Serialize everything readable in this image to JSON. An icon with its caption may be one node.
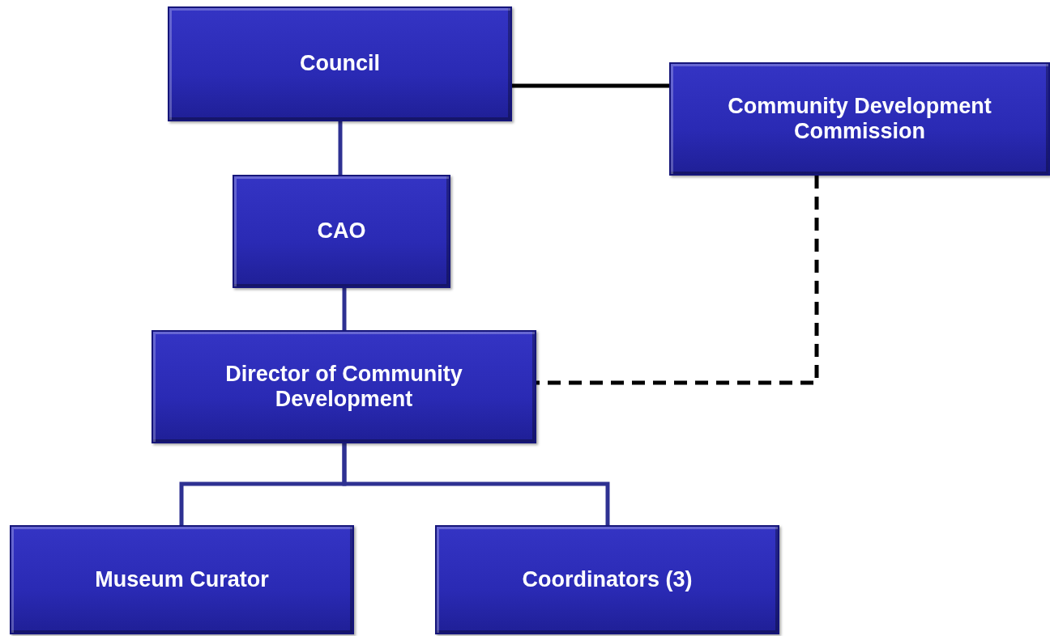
{
  "diagram": {
    "nodes": [
      {
        "text": [
          "Council"
        ]
      },
      {
        "text": [
          "Community Development Commission"
        ]
      },
      {
        "text": [
          "CAO"
        ]
      },
      {
        "text": [
          "Director of Community Development"
        ]
      },
      {
        "text": [
          "Museum Curator"
        ]
      },
      {
        "text": [
          "Coordinators (3)"
        ]
      }
    ],
    "edges": [
      {
        "from": 0,
        "to": 1,
        "arrow": "none",
        "color": "#000000"
      },
      {
        "from": 0,
        "to": 2,
        "arrow": "none"
      },
      {
        "from": 2,
        "to": 3,
        "arrow": "none"
      },
      {
        "from": 3,
        "to": 4,
        "arrow": "none"
      },
      {
        "from": 3,
        "to": 5,
        "arrow": "none"
      },
      {
        "from": 1,
        "to": 3,
        "arrow": "none",
        "style": "dashed",
        "color": "#000000"
      }
    ]
  }
}
